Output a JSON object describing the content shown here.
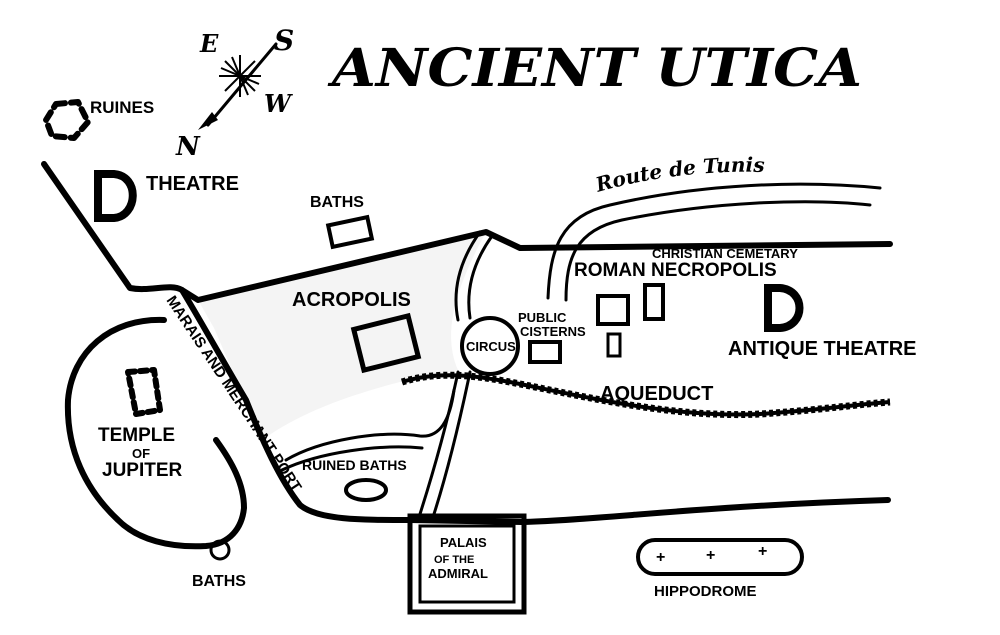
{
  "title": "ANCIENT UTICA",
  "compass": {
    "n": "N",
    "e": "E",
    "s": "S",
    "w": "W"
  },
  "labels": {
    "ruines": "RUINES",
    "theatre": "THEATRE",
    "baths_top": "BATHS",
    "route": "Route de Tunis",
    "christian_cemetery": "CHRISTIAN CEMETARY",
    "roman_necropolis": "ROMAN NECROPOLIS",
    "acropolis": "ACROPOLIS",
    "public": "PUBLIC",
    "cisterns": "CISTERNS",
    "circus": "CIRCUS",
    "antique_theatre": "ANTIQUE THEATRE",
    "aqueduct": "AQUEDUCT",
    "marais": "MARAIS AND MERCHANT PORT",
    "temple": "TEMPLE",
    "of1": "OF",
    "jupiter": "JUPITER",
    "ruined_baths": "RUINED BATHS",
    "palais": "PALAIS",
    "of_the": "OF THE",
    "admiral": "ADMIRAL",
    "baths_bottom": "BATHS",
    "hippodrome": "HIPPODROME"
  },
  "theme": {
    "ink": "#000000",
    "paper": "#ffffff",
    "acropolis_fill": "#f4f4f4"
  }
}
